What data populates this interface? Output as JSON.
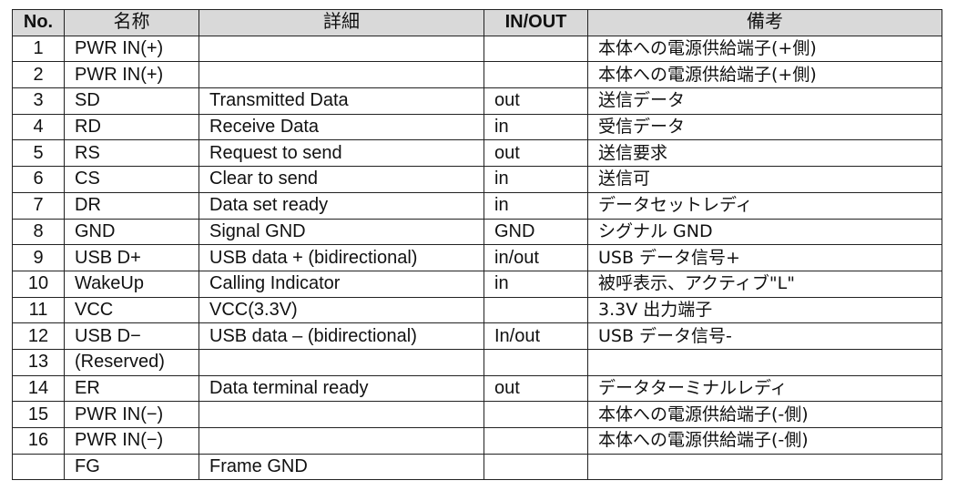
{
  "headers": {
    "no": "No.",
    "name": "名称",
    "detail": "詳細",
    "io": "IN/OUT",
    "note": "備考"
  },
  "rows": [
    {
      "no": "1",
      "name": "PWR IN(+)",
      "detail": "",
      "io": "",
      "note": "本体への電源供給端子(+側)"
    },
    {
      "no": "2",
      "name": "PWR IN(+)",
      "detail": "",
      "io": "",
      "note": "本体への電源供給端子(+側)"
    },
    {
      "no": "3",
      "name": "SD",
      "detail": "Transmitted Data",
      "io": "out",
      "note": "送信データ"
    },
    {
      "no": "4",
      "name": "RD",
      "detail": "Receive Data",
      "io": "in",
      "note": "受信データ"
    },
    {
      "no": "5",
      "name": "RS",
      "detail": "Request to send",
      "io": "out",
      "note": "送信要求"
    },
    {
      "no": "6",
      "name": "CS",
      "detail": "Clear to send",
      "io": "in",
      "note": "送信可"
    },
    {
      "no": "7",
      "name": "DR",
      "detail": "Data set ready",
      "io": "in",
      "note": "データセットレディ"
    },
    {
      "no": "8",
      "name": "GND",
      "detail": "Signal GND",
      "io": "GND",
      "note": "シグナル GND"
    },
    {
      "no": "9",
      "name": "USB D+",
      "detail": "USB data + (bidirectional)",
      "io": "in/out",
      "note": "USB データ信号+"
    },
    {
      "no": "10",
      "name": "WakeUp",
      "detail": "Calling Indicator",
      "io": "in",
      "note": "被呼表示、アクティブ\"L\""
    },
    {
      "no": "11",
      "name": "VCC",
      "detail": "VCC(3.3V)",
      "io": "",
      "note": "3.3V 出力端子"
    },
    {
      "no": "12",
      "name": "USB D−",
      "detail": "USB data – (bidirectional)",
      "io": "In/out",
      "note": "USB データ信号-"
    },
    {
      "no": "13",
      "name": "(Reserved)",
      "detail": "",
      "io": "",
      "note": ""
    },
    {
      "no": "14",
      "name": "ER",
      "detail": "Data terminal ready",
      "io": "out",
      "note": "データターミナルレディ"
    },
    {
      "no": "15",
      "name": "PWR IN(−)",
      "detail": "",
      "io": "",
      "note": "本体への電源供給端子(-側)"
    },
    {
      "no": "16",
      "name": "PWR IN(−)",
      "detail": "",
      "io": "",
      "note": "本体への電源供給端子(-側)"
    },
    {
      "no": "",
      "name": "FG",
      "detail": "Frame GND",
      "io": "",
      "note": ""
    }
  ]
}
